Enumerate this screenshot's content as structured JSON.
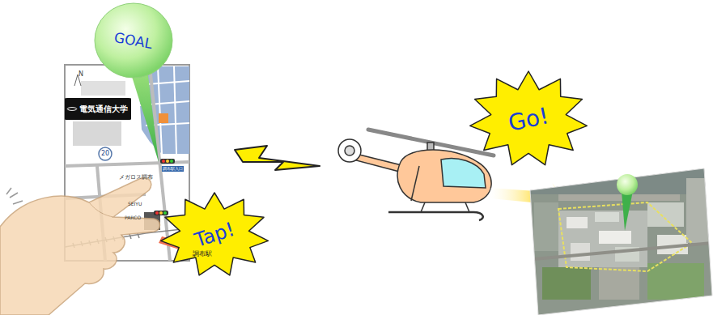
{
  "diagram": {
    "nodes": [
      {
        "text": [
          "GOAL"
        ]
      },
      {
        "text": [
          "電気通信大学"
        ]
      },
      {
        "text": [
          "Tap!"
        ]
      },
      {
        "text": [
          "Go!"
        ]
      }
    ],
    "labels": [
      "N",
      "20",
      "調布駅入口",
      "メガロス調布",
      "SEIYU",
      "PARCO",
      "調布駅"
    ]
  }
}
